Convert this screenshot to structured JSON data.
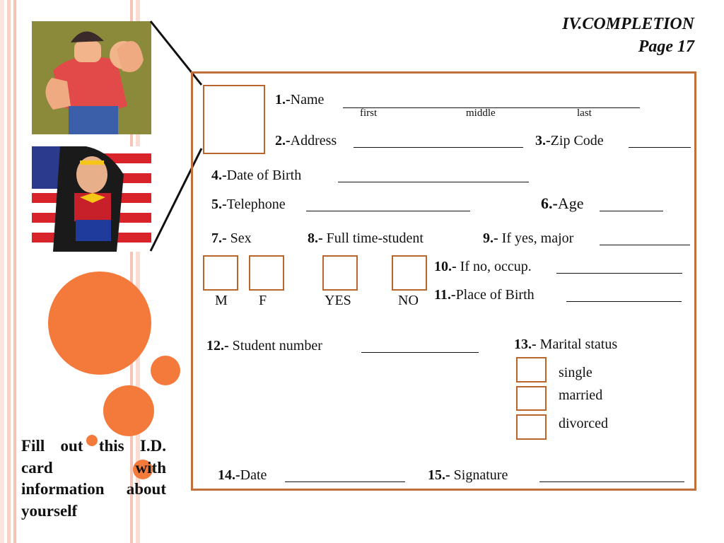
{
  "header": {
    "title": "IV.COMPLETION",
    "page": "Page 17"
  },
  "form": {
    "name": {
      "number": "1.-",
      "label": "Name",
      "subs": [
        "first",
        "middle",
        "last"
      ]
    },
    "address": {
      "number": "2.-",
      "label": "Address"
    },
    "zip": {
      "number": "3.-",
      "label": "Zip Code"
    },
    "dob": {
      "number": "4.-",
      "label": "Date of Birth"
    },
    "telephone": {
      "number": "5.-",
      "label": "Telephone"
    },
    "age": {
      "number": "6.-",
      "label": "Age"
    },
    "sex": {
      "number": "7.-",
      "label": " Sex",
      "options": [
        "M",
        "F"
      ]
    },
    "fulltime": {
      "number": "8.-",
      "label": " Full time-student",
      "options": [
        "YES",
        "NO"
      ]
    },
    "major": {
      "number": "9.-",
      "label": " If yes, major"
    },
    "occupation": {
      "number": "10.-",
      "label": " If no, occup."
    },
    "birthplace": {
      "number": "11.-",
      "label": "Place of Birth"
    },
    "student_number": {
      "number": "12.-",
      "label": " Student number"
    },
    "marital": {
      "number": "13.-",
      "label": " Marital status",
      "options": [
        "single",
        "married",
        "divorced"
      ]
    },
    "date": {
      "number": "14.-",
      "label": "Date"
    },
    "signature": {
      "number": "15.-",
      "label": " Signature"
    }
  },
  "instruction": "Fill out this I.D. card with information about yourself",
  "images": {
    "top": "cartoon-strongman-flexing",
    "bottom": "wonder-woman-flag"
  },
  "colors": {
    "accent": "#f47a3c",
    "border": "#c0703a",
    "stripe": "#f9d6cb"
  }
}
